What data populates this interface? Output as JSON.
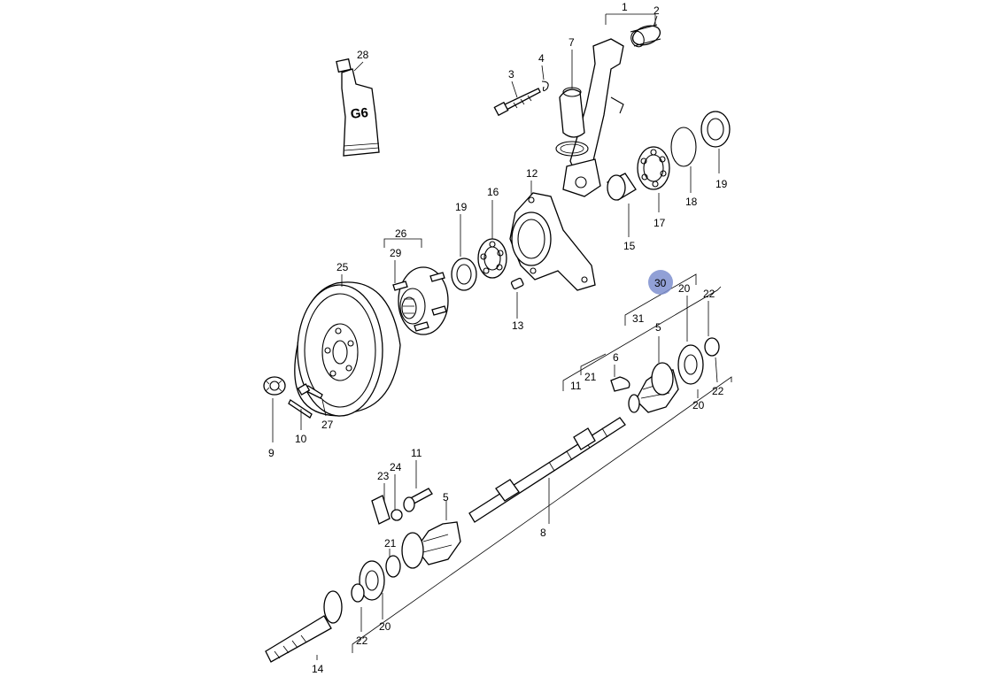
{
  "diagram": {
    "highlight_color": "#7e8fcf",
    "tube_label": "G6",
    "callouts": {
      "c1": "1",
      "c2": "2",
      "c3": "3",
      "c4": "4",
      "c5a": "5",
      "c5b": "5",
      "c6": "6",
      "c7": "7",
      "c8": "8",
      "c9": "9",
      "c10": "10",
      "c11a": "11",
      "c11b": "11",
      "c12": "12",
      "c13": "13",
      "c14": "14",
      "c15": "15",
      "c16": "16",
      "c17": "17",
      "c18": "18",
      "c19a": "19",
      "c19b": "19",
      "c20a": "20",
      "c20b": "20",
      "c20c": "20",
      "c21a": "21",
      "c21b": "21",
      "c22a": "22",
      "c22b": "22",
      "c22c": "22",
      "c23": "23",
      "c24": "24",
      "c25": "25",
      "c26": "26",
      "c27": "27",
      "c28": "28",
      "c29": "29",
      "c30": "30",
      "c31": "31"
    }
  }
}
